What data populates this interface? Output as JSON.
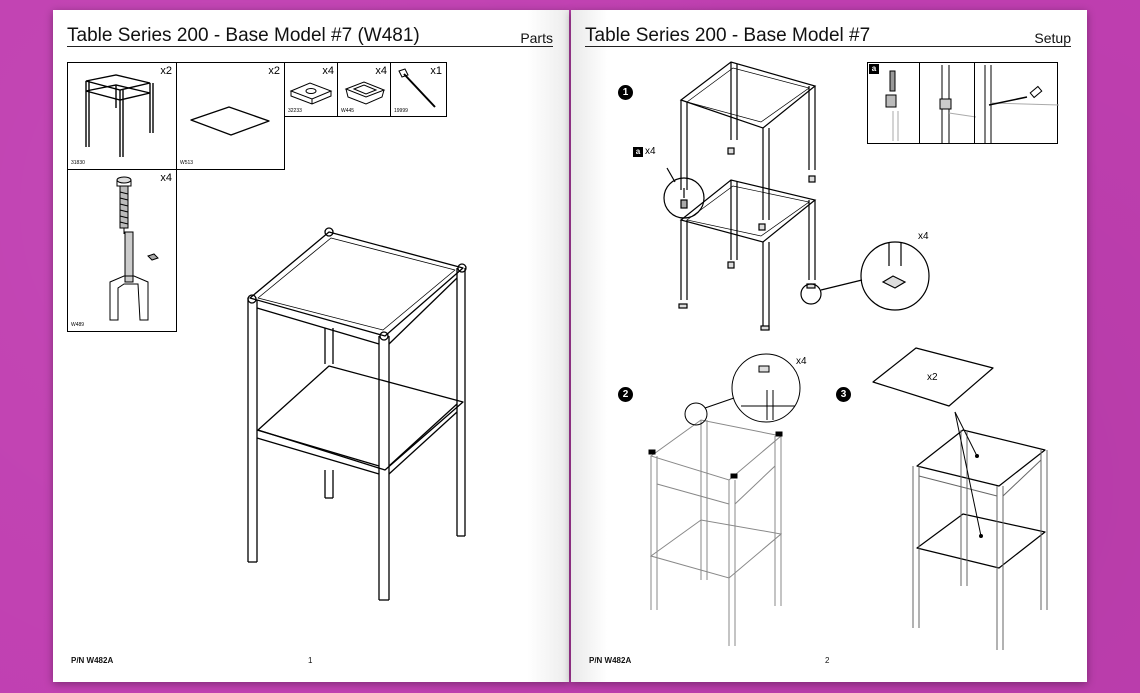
{
  "left_page": {
    "title": "Table Series 200 - Base Model #7 (W481)",
    "section": "Parts",
    "part_number": "P/N W482A",
    "page_number": "1",
    "parts": [
      {
        "qty": "x2",
        "code": "31830"
      },
      {
        "qty": "x2",
        "code": "W513"
      },
      {
        "qty": "x4",
        "code": "32233"
      },
      {
        "qty": "x4",
        "code": "W445"
      },
      {
        "qty": "x1",
        "code": "19999"
      },
      {
        "qty": "x4",
        "code": "W489"
      }
    ]
  },
  "right_page": {
    "title": "Table Series 200 - Base Model #7",
    "section": "Setup",
    "part_number": "P/N W482A",
    "page_number": "2",
    "steps": [
      {
        "number": "1",
        "callouts": [
          {
            "label": "a",
            "qty": "x4"
          },
          {
            "qty": "x4"
          }
        ]
      },
      {
        "number": "2",
        "callouts": [
          {
            "qty": "x4"
          }
        ]
      },
      {
        "number": "3",
        "callouts": [
          {
            "qty": "x2"
          }
        ]
      }
    ],
    "detail_label": "a"
  },
  "colors": {
    "background": "#c03fb1",
    "page": "#ffffff",
    "ink": "#000000"
  }
}
